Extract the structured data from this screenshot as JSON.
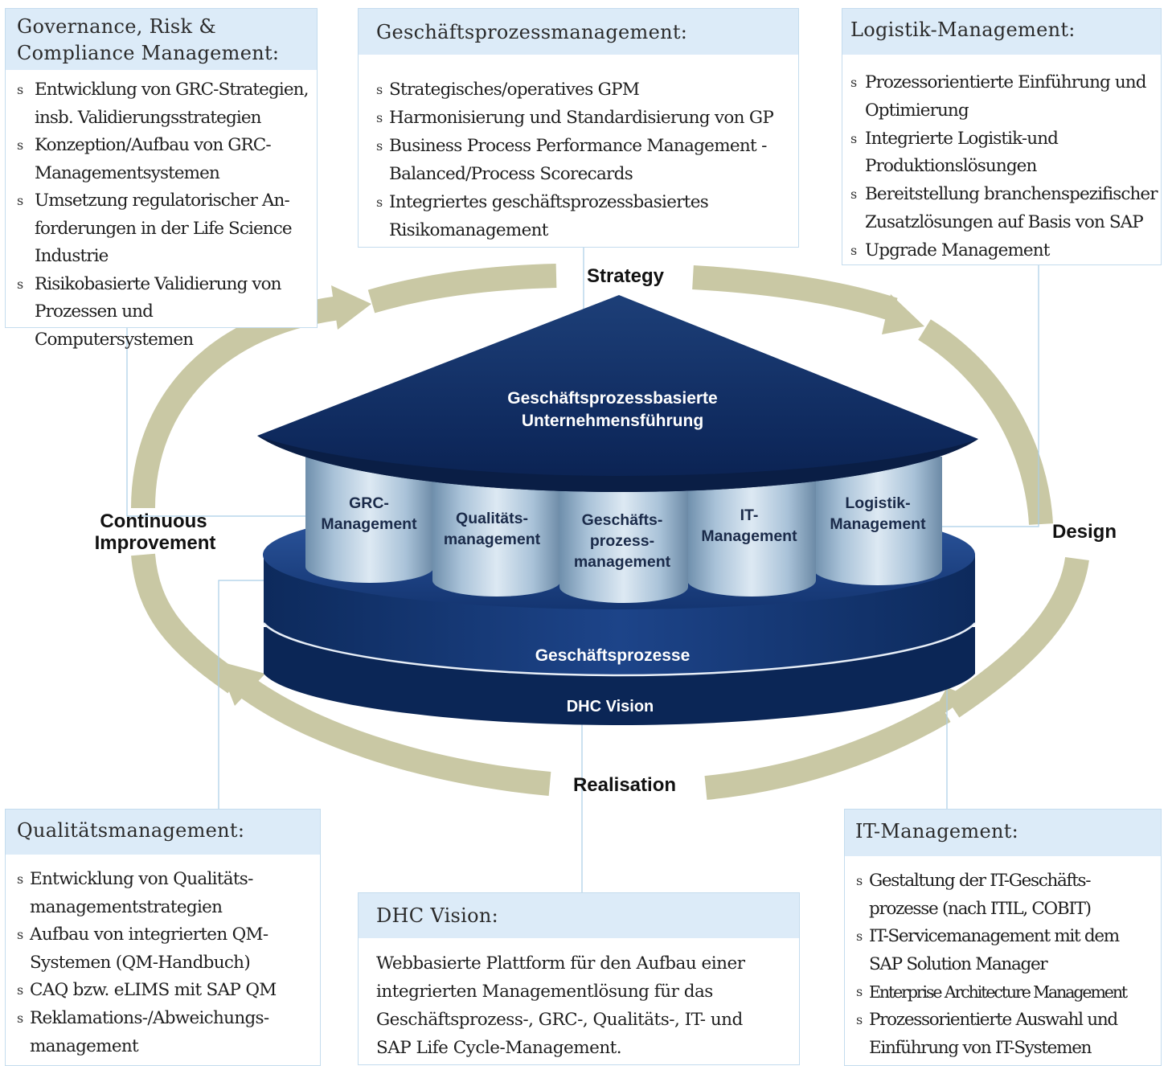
{
  "cycle": {
    "strategy": "Strategy",
    "design": "Design",
    "realisation": "Realisation",
    "improvement_line1": "Continuous",
    "improvement_line2": "Improvement"
  },
  "house": {
    "roof_line1": "Geschäftsprozessbasierte",
    "roof_line2": "Unternehmensführung",
    "base_label": "Geschäftsprozesse",
    "foundation_label": "DHC Vision",
    "pillars": [
      {
        "lines": [
          "GRC-",
          "Management"
        ]
      },
      {
        "lines": [
          "Qualitäts-",
          "management"
        ]
      },
      {
        "lines": [
          "Geschäfts-",
          "prozess-",
          "management"
        ]
      },
      {
        "lines": [
          "IT-",
          "Management"
        ]
      },
      {
        "lines": [
          "Logistik-",
          "Management"
        ]
      }
    ]
  },
  "boxes": {
    "grc": {
      "title_line1": "Governance, Risk &",
      "title_line2": "Compliance Management:",
      "items": [
        [
          "Entwicklung von GRC-Strategien,",
          "insb. Validierungsstrategien"
        ],
        [
          "Konzeption/Aufbau von GRC-",
          "Managementsystemen"
        ],
        [
          "Umsetzung regulatorischer An-",
          "forderungen in der Life Science",
          "Industrie"
        ],
        [
          "Risikobasierte Validierung von",
          "Prozessen und Computersystemen"
        ]
      ]
    },
    "gpm": {
      "title": "Geschäftsprozessmanagement:",
      "items": [
        [
          "Strategisches/operatives GPM"
        ],
        [
          "Harmonisierung und Standardisierung von GP"
        ],
        [
          "Business Process Performance Management -",
          "Balanced/Process Scorecards"
        ],
        [
          "Integriertes geschäftsprozessbasiertes",
          "Risikomanagement"
        ]
      ]
    },
    "log": {
      "title": "Logistik-Management:",
      "items": [
        [
          "Prozessorientierte Einführung und",
          "Optimierung"
        ],
        [
          "Integrierte Logistik-und",
          "Produktionslösungen"
        ],
        [
          "Bereitstellung branchenspezifischer",
          "Zusatzlösungen auf Basis von SAP"
        ],
        [
          "Upgrade Management"
        ]
      ]
    },
    "qm": {
      "title": "Qualitätsmanagement:",
      "items": [
        [
          "Entwicklung von Qualitäts-",
          "managementstrategien"
        ],
        [
          "Aufbau von integrierten QM-",
          "Systemen (QM-Handbuch)"
        ],
        [
          "CAQ bzw. eLIMS mit SAP QM"
        ],
        [
          "Reklamations-/Abweichungs-",
          "management"
        ]
      ]
    },
    "dhc": {
      "title": "DHC Vision:",
      "text": [
        "Webbasierte Plattform für den Aufbau einer",
        "integrierten Managementlösung für das",
        "Geschäftsprozess-, GRC-, Qualitäts-, IT- und",
        "SAP Life Cycle-Management."
      ]
    },
    "it": {
      "title": "IT-Management:",
      "items": [
        [
          "Gestaltung der IT-Geschäfts-",
          "prozesse (nach ITIL, COBIT)"
        ],
        [
          "IT-Servicemanagement mit dem",
          "SAP Solution Manager"
        ],
        [
          "Enterprise Architecture Management"
        ],
        [
          "Prozessorientierte Auswahl und",
          "Einführung von IT-Systemen"
        ]
      ]
    }
  }
}
